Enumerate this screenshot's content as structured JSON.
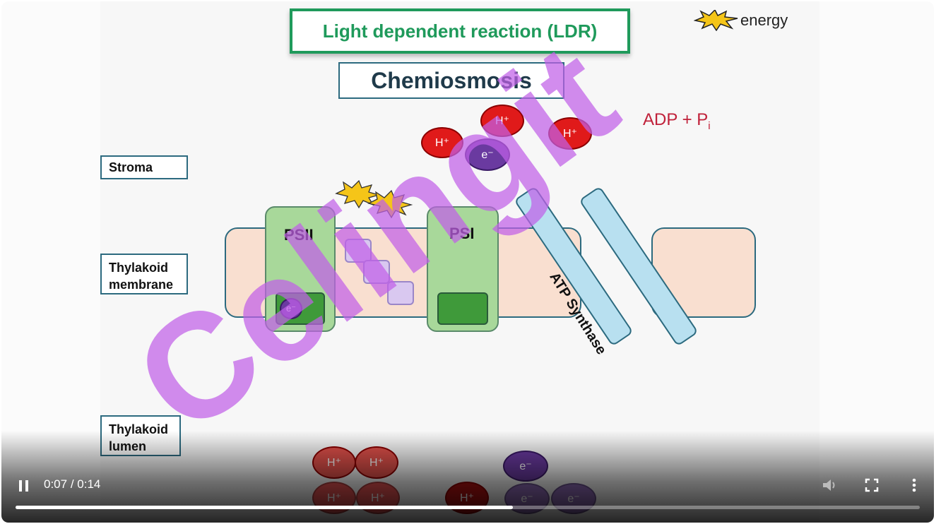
{
  "slide": {
    "title": "Light dependent reaction (LDR)",
    "subtitle": "Chemiosmosis",
    "legend_energy_label": "energy",
    "adp_label": "ADP + P",
    "adp_subscript": "i",
    "region_labels": {
      "stroma": "Stroma",
      "membrane_line1": "Thylakoid",
      "membrane_line2": "membrane",
      "lumen_line1": "Thylakoid",
      "lumen_line2": "lumen"
    },
    "psii_label": "PSII",
    "psi_label": "PSI",
    "atp_synthase_label": "ATP Synthase",
    "h_ion_label": "H⁺",
    "e_ion_label": "e⁻",
    "colors": {
      "title_green": "#1f9a5b",
      "h_ion_red": "#e01a1a",
      "electron_purple": "#6a3aa0",
      "membrane_peach": "#f9dfd0",
      "photosystem_green": "#a8d89a",
      "synthase_blue": "#b8e0f0",
      "adp_red": "#c0213a"
    }
  },
  "watermark": {
    "text": "Celingit",
    "color": "#c060e8"
  },
  "player": {
    "current_time": "0:07",
    "duration": "0:14",
    "time_separator": " / ",
    "progress": 0.55,
    "icons": [
      "pause-icon",
      "volume-icon",
      "fullscreen-icon",
      "more-options-icon"
    ]
  }
}
